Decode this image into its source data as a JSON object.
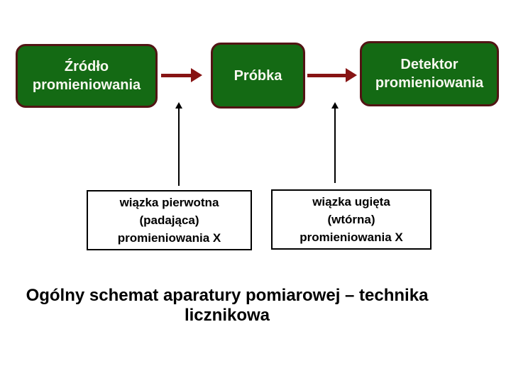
{
  "slide": {
    "boxes": {
      "source": {
        "line1": "Źródło",
        "line2": "promieniowania"
      },
      "sample": {
        "line1": "Próbka"
      },
      "detector": {
        "line1": "Detektor",
        "line2": "promieniowania"
      }
    },
    "beam_labels": {
      "primary": {
        "line1": "wiązka pierwotna",
        "line2": "(padająca)",
        "line3": "promieniowania X"
      },
      "diffracted": {
        "line1": "wiązka ugięta",
        "line2": "(wtórna)",
        "line3": "promieniowania X"
      }
    },
    "caption": {
      "lines": [
        "Ogólny schemat aparatury pomiarowej – technika",
        "licznikowa"
      ]
    },
    "colors": {
      "background": "#FFFFFF",
      "box_fill": "#146A14",
      "box_border": "#521414",
      "box_text": "#F8F8F0",
      "beam_arrow": "#871414",
      "pointer_arrow": "#000000",
      "label_border": "#000000",
      "label_text": "#000000",
      "caption_text": "#000000"
    }
  }
}
